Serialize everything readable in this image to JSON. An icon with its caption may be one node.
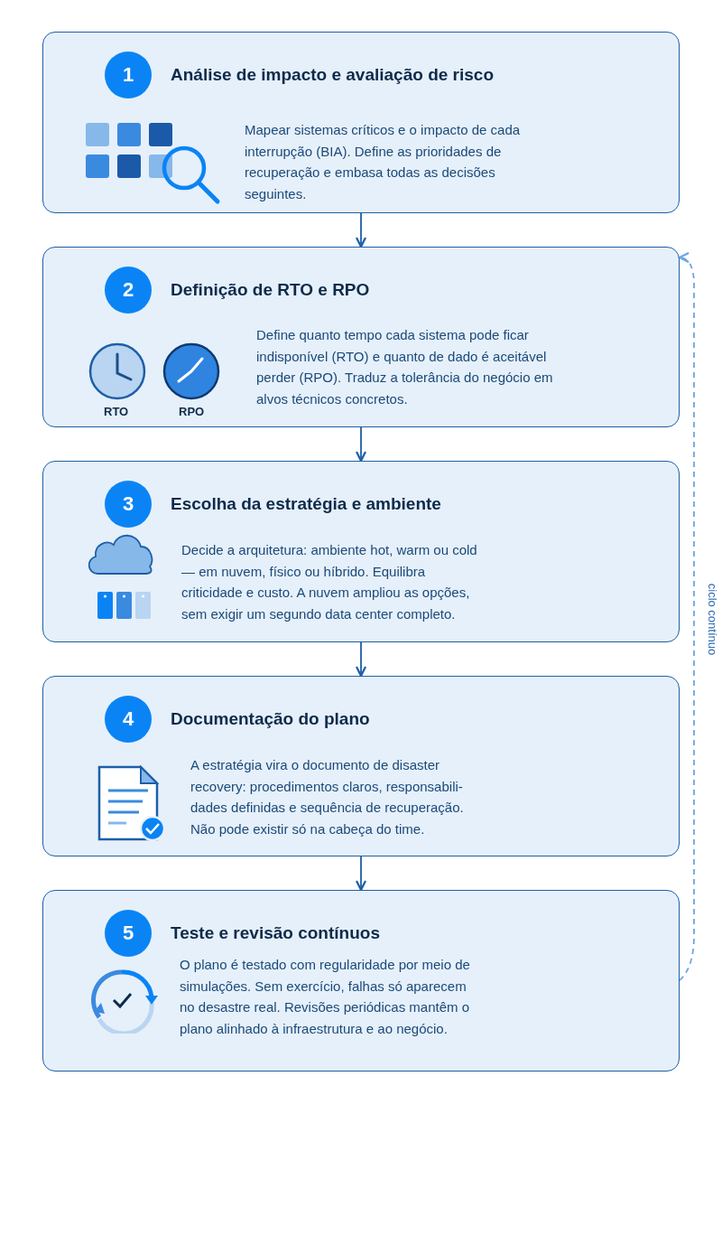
{
  "diagram": {
    "nodes": [
      {
        "text": [
          "1",
          "Análise de impacto e avaliação de risco",
          "Mapear sistemas críticos e o impacto de cada interrupção (BIA). Define as prioridades de recuperação e embasa todas as decisões seguintes."
        ]
      },
      {
        "text": [
          "2",
          "Definição de RTO e RPO",
          "Define quanto tempo cada sistema pode ficar indisponível (RTO) e quanto de dado é aceitável perder (RPO). Traduz a tolerância do negócio em alvos técnicos concretos."
        ]
      },
      {
        "text": [
          "3",
          "Escolha da estratégia e ambiente",
          "Decide a arquitetura: ambiente hot, warm ou cold — em nuvem, físico ou híbrido. Equilibra criticidade e custo. A nuvem ampliou as opções, sem exigir um segundo data center completo."
        ]
      },
      {
        "text": [
          "4",
          "Documentação do plano",
          "A estratégia vira o documento de disaster recovery: procedimentos claros, responsabili-dades definidas e sequência de recuperação. Não pode existir só na cabeça do time."
        ]
      },
      {
        "text": [
          "5",
          "Teste e revisão contínuos",
          "O plano é testado com regularidade por meio de simulações. Sem exercício, falhas só aparecem no desastre real. Revisões periódicas mantêm o plano alinhado à infraestrutura e ao negócio."
        ]
      }
    ],
    "edges": [
      {
        "from": 0,
        "to": 1,
        "arrow": "to"
      },
      {
        "from": 1,
        "to": 2,
        "arrow": "to"
      },
      {
        "from": 2,
        "to": 3,
        "arrow": "to"
      },
      {
        "from": 3,
        "to": 4,
        "arrow": "to"
      },
      {
        "from": 4,
        "to": 1,
        "arrow": "to",
        "label": "ciclo contínuo",
        "style": "dashed",
        "color": "#6fa6e0"
      }
    ],
    "labels": [
      "RTO",
      "RPO"
    ]
  }
}
